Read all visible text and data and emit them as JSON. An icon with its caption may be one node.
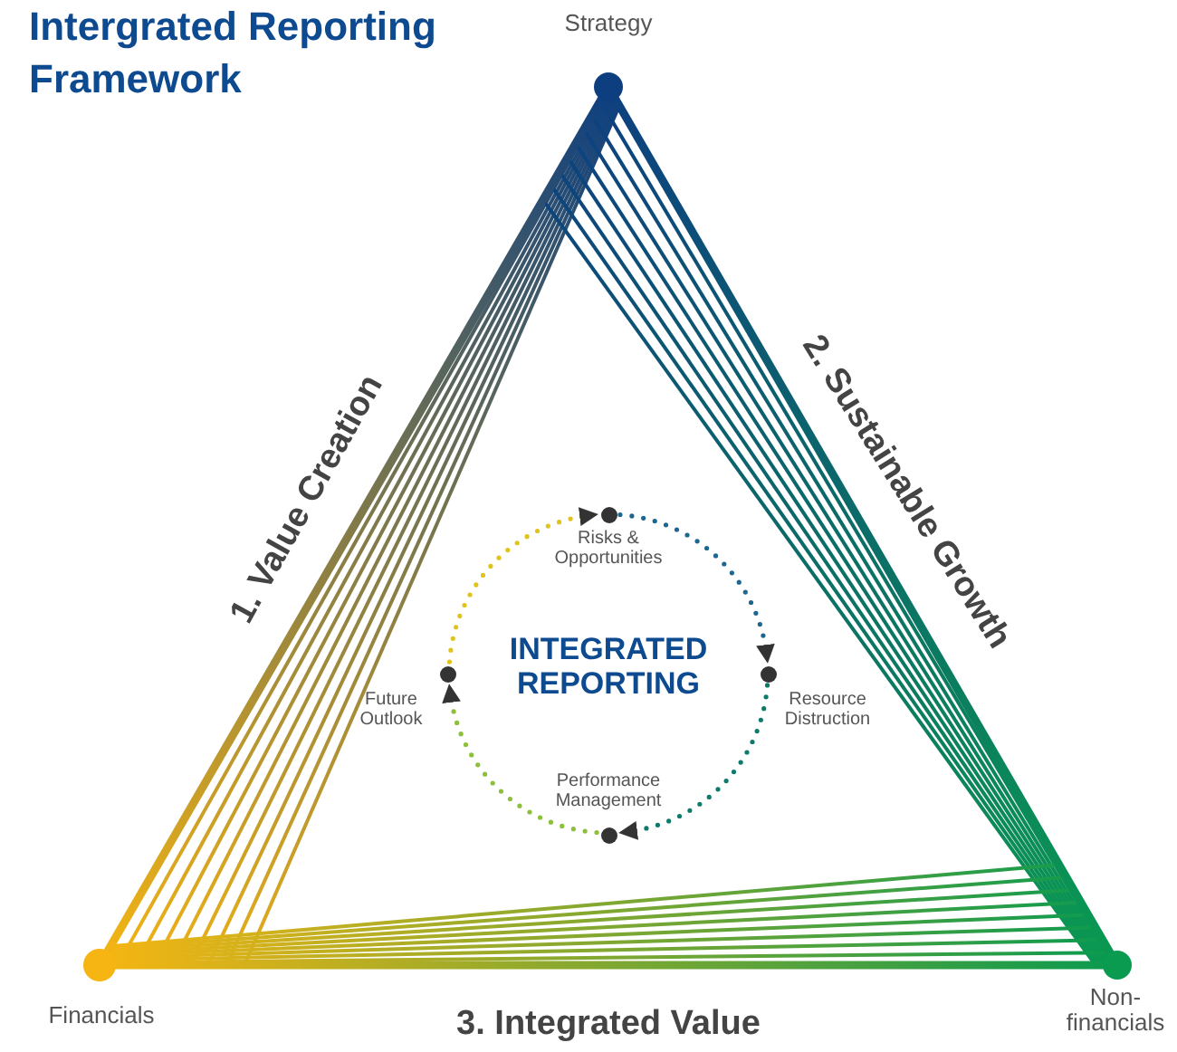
{
  "diagram": {
    "title": "Intergrated Reporting Framework",
    "nodes": [
      {
        "text": [
          "Strategy"
        ]
      },
      {
        "text": [
          "Financials"
        ]
      },
      {
        "text": [
          "Non-financials"
        ]
      },
      {
        "text": [
          "INTEGRATED REPORTING"
        ]
      },
      {
        "text": [
          "Risks & Opportunities"
        ]
      },
      {
        "text": [
          "Resource Distruction"
        ]
      },
      {
        "text": [
          "Performance Management"
        ]
      },
      {
        "text": [
          "Future Outlook"
        ]
      }
    ],
    "edges": [
      {
        "from": 1,
        "to": 0,
        "arrow": "none",
        "label": "1. Value Creation",
        "style": "thick"
      },
      {
        "from": 0,
        "to": 2,
        "arrow": "none",
        "label": "2. Sustainable Growth",
        "style": "thick"
      },
      {
        "from": 2,
        "to": 1,
        "arrow": "none",
        "label": "3. Integrated Value",
        "style": "thick"
      },
      {
        "from": 4,
        "to": 5,
        "arrow": "to",
        "style": "dashed",
        "color": "#1d6690"
      },
      {
        "from": 5,
        "to": 6,
        "arrow": "to",
        "style": "dashed",
        "color": "#0f7a6c"
      },
      {
        "from": 6,
        "to": 7,
        "arrow": "to",
        "style": "dashed",
        "color": "#8cbf3a"
      },
      {
        "from": 7,
        "to": 4,
        "arrow": "to",
        "style": "dashed",
        "color": "#e0c41c"
      }
    ]
  }
}
